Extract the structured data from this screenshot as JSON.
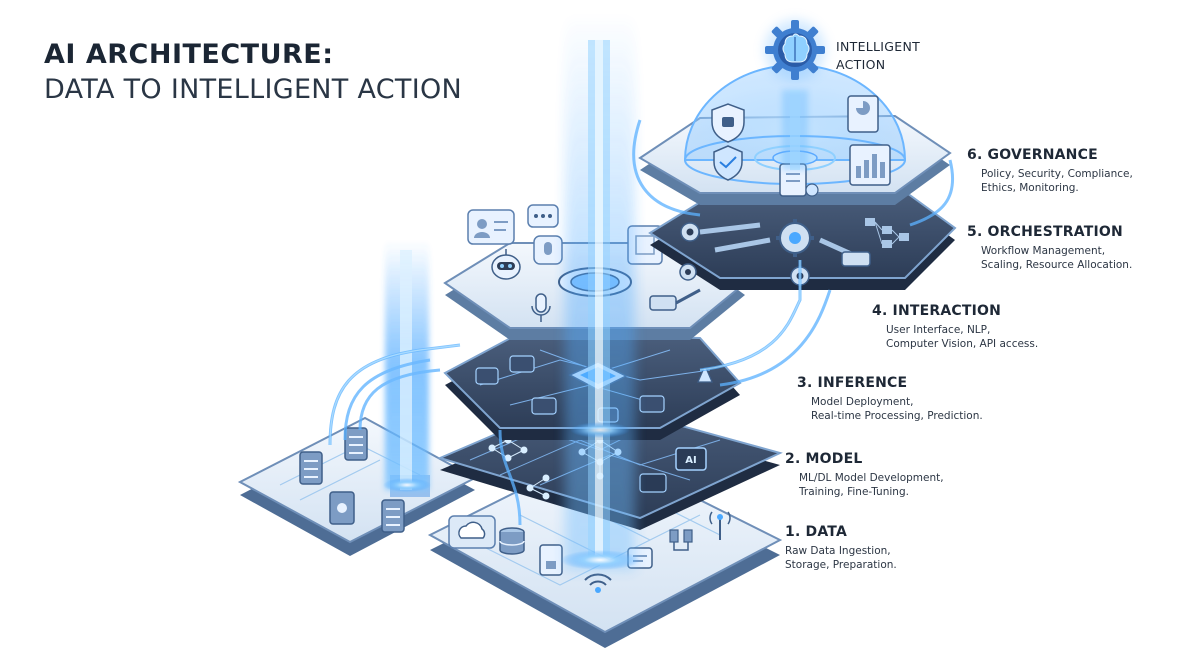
{
  "title": {
    "line1": "AI ARCHITECTURE:",
    "line2": "DATA TO INTELLIGENT ACTION"
  },
  "top_label": {
    "line1": "INTELLIGENT",
    "line2": "ACTION"
  },
  "layers": [
    {
      "title": "6. GOVERNANCE",
      "desc1": "Policy, Security, Compliance,",
      "desc2": "Ethics, Monitoring."
    },
    {
      "title": "5. ORCHESTRATION",
      "desc1": "Workflow Management,",
      "desc2": "Scaling, Resource Allocation."
    },
    {
      "title": "4. INTERACTION",
      "desc1": "User Interface, NLP,",
      "desc2": "Computer Vision, API access."
    },
    {
      "title": "3. INFERENCE",
      "desc1": "Model Deployment,",
      "desc2": "Real-time Processing, Prediction."
    },
    {
      "title": "2. MODEL",
      "desc1": "ML/DL Model Development,",
      "desc2": "Training, Fine-Tuning."
    },
    {
      "title": "1. DATA",
      "desc1": "Raw Data Ingestion,",
      "desc2": "Storage, Preparation."
    }
  ],
  "icons": {
    "model_chip": "AI"
  },
  "colors": {
    "glow": "#3fa0ff",
    "glow_light": "#9fd4ff",
    "platform_top": "#e9f1fa",
    "platform_side": "#5d7da3",
    "circuit_dark": "#2c3d58",
    "text": "#1e2836"
  }
}
